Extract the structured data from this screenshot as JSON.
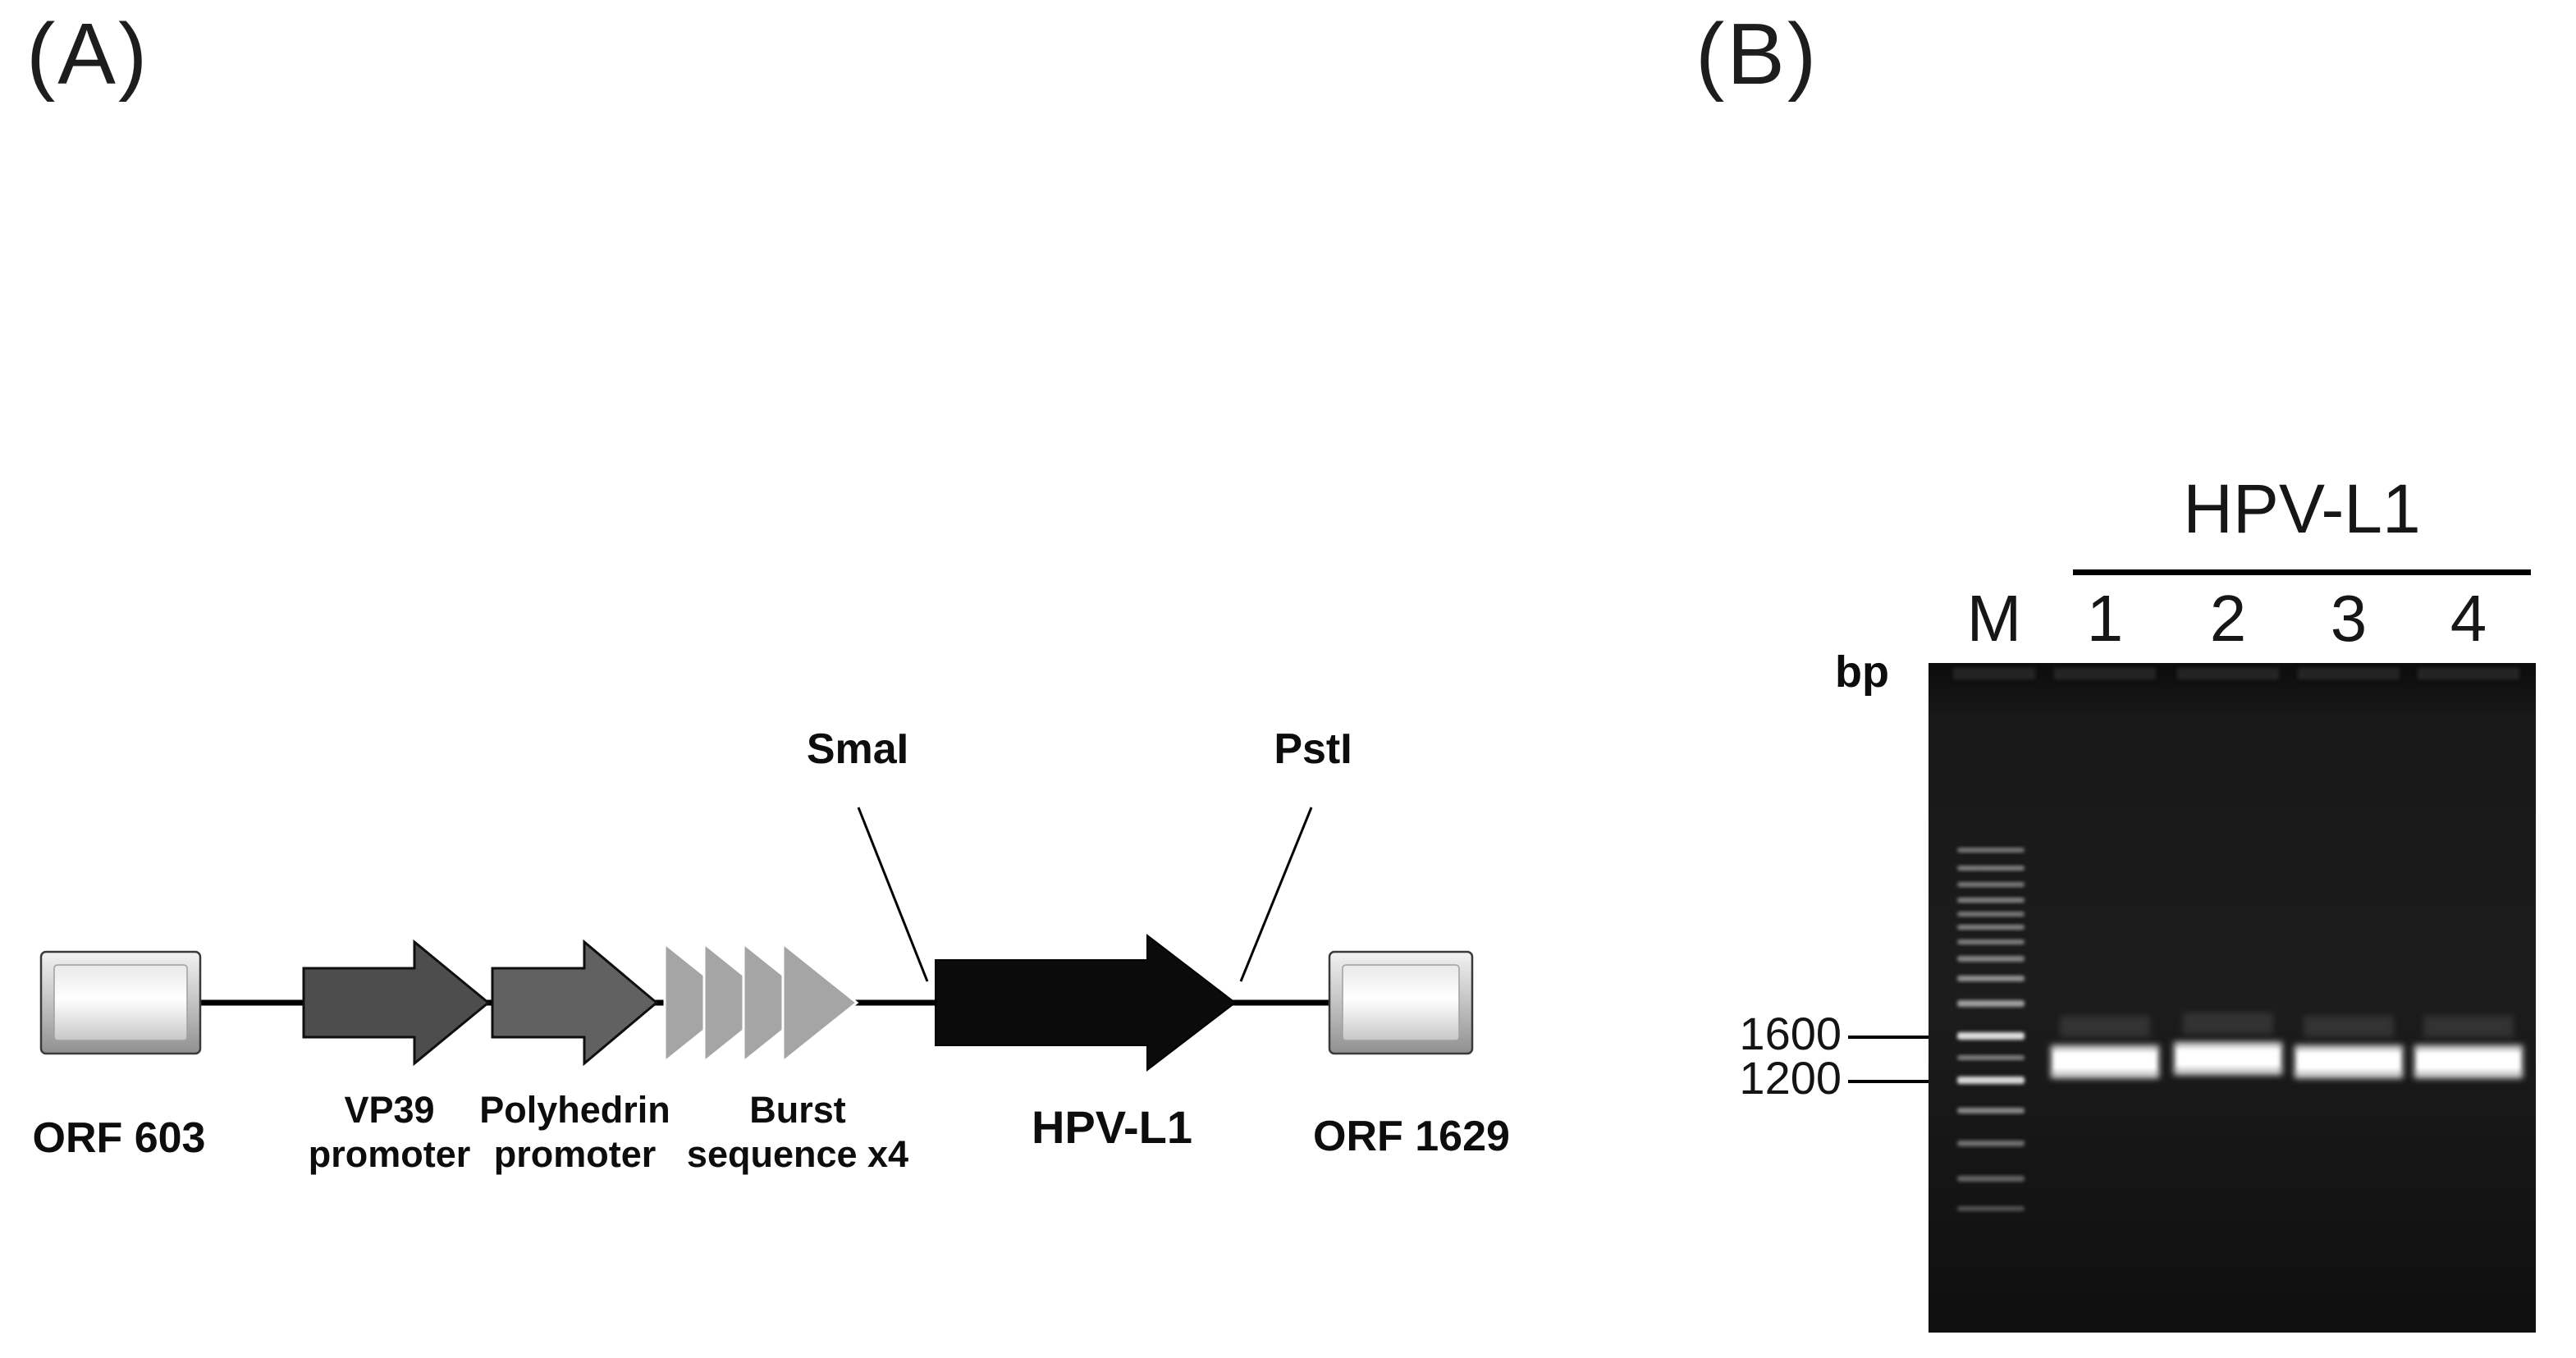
{
  "panel_a": {
    "label": "(A)",
    "orf603_label": "ORF 603",
    "vp39_line1": "VP39",
    "vp39_line2": "promoter",
    "polyhedrin_line1": "Polyhedrin",
    "polyhedrin_line2": "promoter",
    "burst_line1": "Burst",
    "burst_line2": "sequence x4",
    "smai_label": "SmaI",
    "hpv_l1_label": "HPV-L1",
    "psti_label": "PstI",
    "orf1629_label": "ORF 1629",
    "colors": {
      "vp39_fill": "#4d4d4d",
      "polyhedrin_fill": "#616161",
      "burst_fill": "#a5a5a5",
      "hpv_l1_fill": "#0b0b0b",
      "backbone": "#000000"
    }
  },
  "panel_b": {
    "label": "(B)",
    "gel_title": "HPV-L1",
    "unit_label": "bp",
    "lanes": [
      {
        "label": "M"
      },
      {
        "label": "1"
      },
      {
        "label": "2"
      },
      {
        "label": "3"
      },
      {
        "label": "4"
      }
    ],
    "size_markers": [
      {
        "label": "1600"
      },
      {
        "label": "1200"
      }
    ]
  }
}
